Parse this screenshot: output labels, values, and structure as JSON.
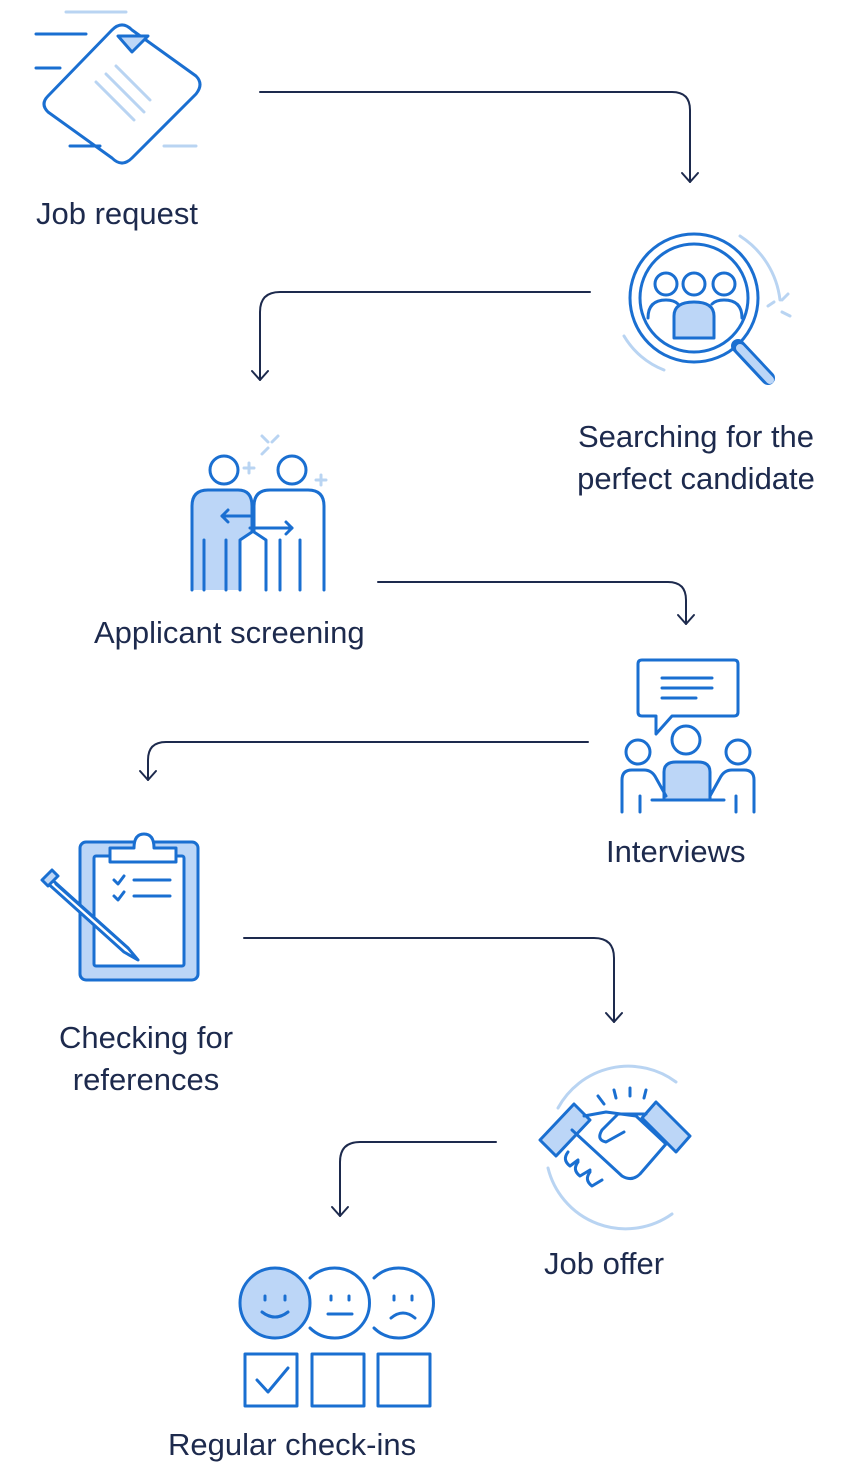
{
  "steps": [
    {
      "label": "Job request",
      "icon": "job-request-document-icon"
    },
    {
      "label": "Searching for the",
      "label2": "perfect candidate",
      "icon": "search-candidates-magnifier-icon"
    },
    {
      "label": "Applicant screening",
      "icon": "applicant-screening-people-icon"
    },
    {
      "label": "Interviews",
      "icon": "interviews-meeting-icon"
    },
    {
      "label": "Checking for",
      "label2": "references",
      "icon": "clipboard-checklist-icon"
    },
    {
      "label": "Job offer",
      "icon": "handshake-icon"
    },
    {
      "label": "Regular check-ins",
      "icon": "feedback-faces-checkbox-icon"
    }
  ],
  "colors": {
    "accent": "#1a6fd1",
    "accent_fill": "#bcd6f7",
    "accent_light": "#b9d4f2",
    "text": "#1d2a4d",
    "arrow": "#1d2a4d"
  }
}
